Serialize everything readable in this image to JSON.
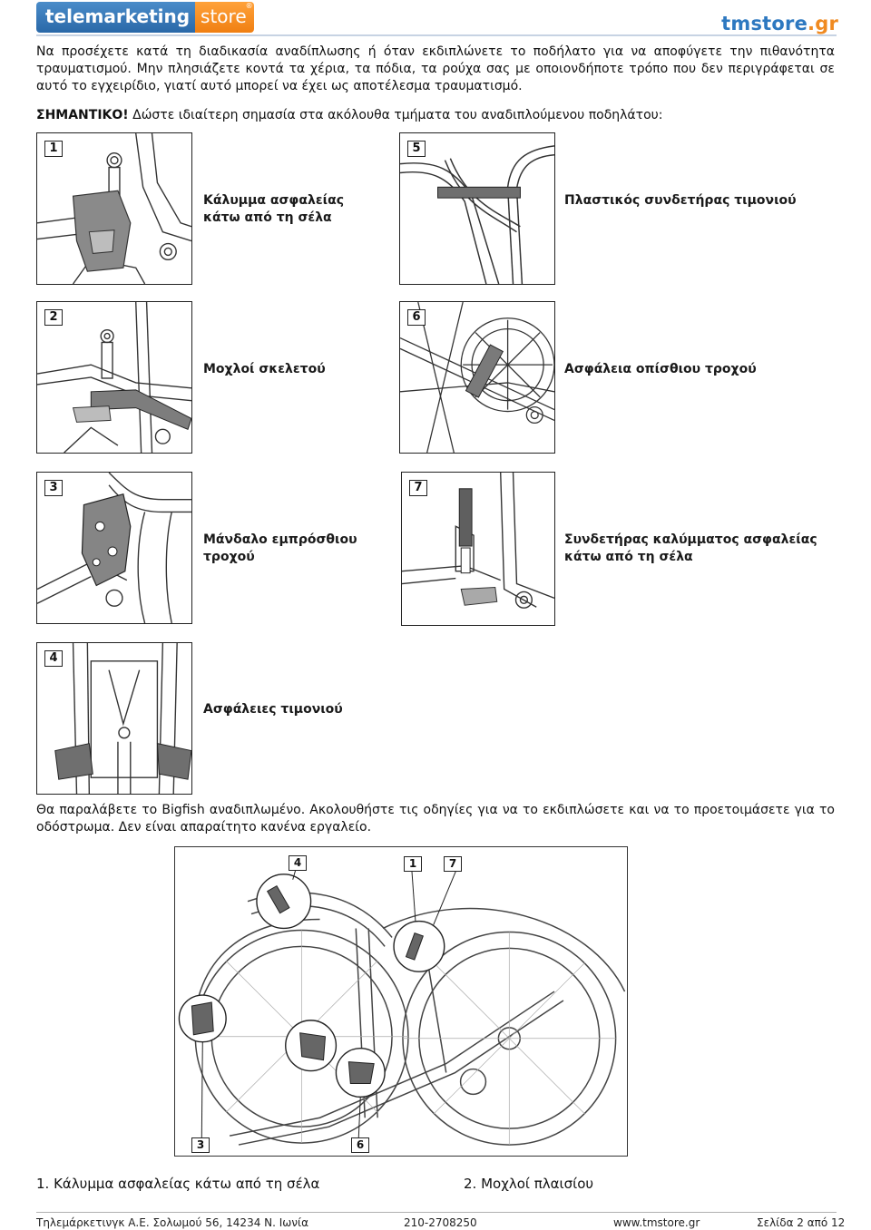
{
  "header": {
    "logo_left_main": "telemarketing",
    "logo_left_store": "store",
    "logo_left_reg": "®",
    "logo_right_main": "tmstore",
    "logo_right_tld": ".gr"
  },
  "intro": {
    "warning": "Να προσέχετε κατά τη διαδικασία αναδίπλωσης ή όταν εκδιπλώνετε το ποδήλατο για να αποφύγετε την πιθανότητα τραυματισμού. Μην πλησιάζετε κοντά τα χέρια, τα πόδια, τα ρούχα σας με οποιονδήποτε τρόπο που δεν περιγράφεται σε αυτό το εγχειρίδιο, γιατί αυτό μπορεί να έχει ως αποτέλεσμα τραυματισμό.",
    "important_label": "ΣΗΜΑΝΤΙΚΟ!",
    "important_text": " Δώστε ιδιαίτερη σημασία στα ακόλουθα τμήματα του αναδιπλούμενου ποδηλάτου:"
  },
  "parts": [
    {
      "num": "1",
      "caption": "Κάλυμμα ασφαλείας κάτω από τη σέλα"
    },
    {
      "num": "2",
      "caption": "Μοχλοί σκελετού"
    },
    {
      "num": "3",
      "caption": "Μάνδαλο εμπρόσθιου τροχού"
    },
    {
      "num": "4",
      "caption": "Ασφάλειες τιμονιού"
    },
    {
      "num": "5",
      "caption": "Πλαστικός συνδετήρας τιμονιού"
    },
    {
      "num": "6",
      "caption": "Ασφάλεια οπίσθιου τροχού"
    },
    {
      "num": "7",
      "caption": "Συνδετήρας καλύμματος ασφαλείας κάτω από τη σέλα"
    }
  ],
  "delivery_text": "Θα παραλάβετε το Bigfish αναδιπλωμένο. Ακολουθήστε τις οδηγίες για να το εκδιπλώσετε και να το προετοιμάσετε για το οδόστρωμα. Δεν είναι απαραίτητο κανένα εργαλείο.",
  "diagram_callouts": [
    "4",
    "1",
    "7",
    "3",
    "6"
  ],
  "list": [
    "1.  Κάλυμμα ασφαλείας κάτω από τη σέλα",
    "2.  Μοχλοί πλαισίου"
  ],
  "footer": {
    "company": "Τηλεμάρκετινγκ Α.Ε. Σολωμού 56, 14234 Ν. Ιωνία",
    "phone": "210-2708250",
    "site": "www.tmstore.gr",
    "page": "Σελίδα 2 από 12"
  }
}
